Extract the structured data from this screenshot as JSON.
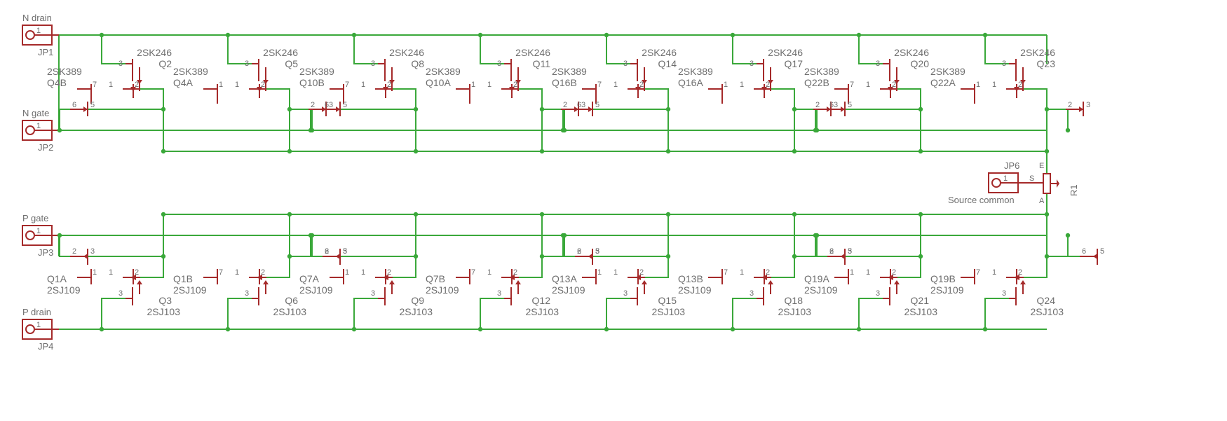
{
  "colors": {
    "wire": "#3aa83a",
    "part": "#a52a2a",
    "text": "#6e6e6e",
    "background": "#ffffff"
  },
  "connectors": [
    {
      "ref": "JP1",
      "net": "N drain",
      "pin": "1"
    },
    {
      "ref": "JP2",
      "net": "N gate",
      "pin": "1"
    },
    {
      "ref": "JP3",
      "net": "P gate",
      "pin": "1"
    },
    {
      "ref": "JP4",
      "net": "P drain",
      "pin": "1"
    },
    {
      "ref": "JP6",
      "net": "Source common",
      "pin": "1"
    }
  ],
  "resistor": {
    "ref": "R1",
    "pins": [
      "E",
      "S",
      "A"
    ]
  },
  "n_side": [
    {
      "jfet_part": "2SK246",
      "jfet_ref": "Q2",
      "dual_part": "2SK389",
      "dual_ref": "Q4B",
      "pins": [
        "7",
        "1",
        "2",
        "6",
        "5"
      ]
    },
    {
      "jfet_part": "2SK246",
      "jfet_ref": "Q5",
      "dual_part": "2SK389",
      "dual_ref": "Q4A",
      "pins": [
        "1",
        "1",
        "2",
        "2",
        "3"
      ]
    },
    {
      "jfet_part": "2SK246",
      "jfet_ref": "Q8",
      "dual_part": "2SK389",
      "dual_ref": "Q10B",
      "pins": [
        "7",
        "1",
        "2",
        "6",
        "5"
      ]
    },
    {
      "jfet_part": "2SK246",
      "jfet_ref": "Q11",
      "dual_part": "2SK389",
      "dual_ref": "Q10A",
      "pins": [
        "1",
        "1",
        "2",
        "2",
        "3"
      ]
    },
    {
      "jfet_part": "2SK246",
      "jfet_ref": "Q14",
      "dual_part": "2SK389",
      "dual_ref": "Q16B",
      "pins": [
        "7",
        "1",
        "2",
        "6",
        "5"
      ]
    },
    {
      "jfet_part": "2SK246",
      "jfet_ref": "Q17",
      "dual_part": "2SK389",
      "dual_ref": "Q16A",
      "pins": [
        "1",
        "1",
        "2",
        "2",
        "3"
      ]
    },
    {
      "jfet_part": "2SK246",
      "jfet_ref": "Q20",
      "dual_part": "2SK389",
      "dual_ref": "Q22B",
      "pins": [
        "7",
        "1",
        "2",
        "6",
        "5"
      ]
    },
    {
      "jfet_part": "2SK246",
      "jfet_ref": "Q23",
      "dual_part": "2SK389",
      "dual_ref": "Q22A",
      "pins": [
        "1",
        "1",
        "2",
        "2",
        "3"
      ]
    }
  ],
  "p_side": [
    {
      "jfet_part": "2SJ103",
      "jfet_ref": "Q3",
      "dual_part": "2SJ109",
      "dual_ref": "Q1A",
      "pins": [
        "2",
        "3",
        "1",
        "1",
        "2"
      ]
    },
    {
      "jfet_part": "2SJ103",
      "jfet_ref": "Q6",
      "dual_part": "2SJ109",
      "dual_ref": "Q1B",
      "pins": [
        "6",
        "5",
        "7",
        "1",
        "2"
      ]
    },
    {
      "jfet_part": "2SJ103",
      "jfet_ref": "Q9",
      "dual_part": "2SJ109",
      "dual_ref": "Q7A",
      "pins": [
        "2",
        "3",
        "1",
        "1",
        "2"
      ]
    },
    {
      "jfet_part": "2SJ103",
      "jfet_ref": "Q12",
      "dual_part": "2SJ109",
      "dual_ref": "Q7B",
      "pins": [
        "6",
        "5",
        "7",
        "1",
        "2"
      ]
    },
    {
      "jfet_part": "2SJ103",
      "jfet_ref": "Q15",
      "dual_part": "2SJ109",
      "dual_ref": "Q13A",
      "pins": [
        "2",
        "3",
        "1",
        "1",
        "2"
      ]
    },
    {
      "jfet_part": "2SJ103",
      "jfet_ref": "Q18",
      "dual_part": "2SJ109",
      "dual_ref": "Q13B",
      "pins": [
        "6",
        "5",
        "7",
        "1",
        "2"
      ]
    },
    {
      "jfet_part": "2SJ103",
      "jfet_ref": "Q21",
      "dual_part": "2SJ109",
      "dual_ref": "Q19A",
      "pins": [
        "2",
        "3",
        "1",
        "1",
        "2"
      ]
    },
    {
      "jfet_part": "2SJ103",
      "jfet_ref": "Q24",
      "dual_part": "2SJ109",
      "dual_ref": "Q19B",
      "pins": [
        "6",
        "5",
        "7",
        "1",
        "2"
      ]
    }
  ],
  "jfet_source_pin": "3"
}
